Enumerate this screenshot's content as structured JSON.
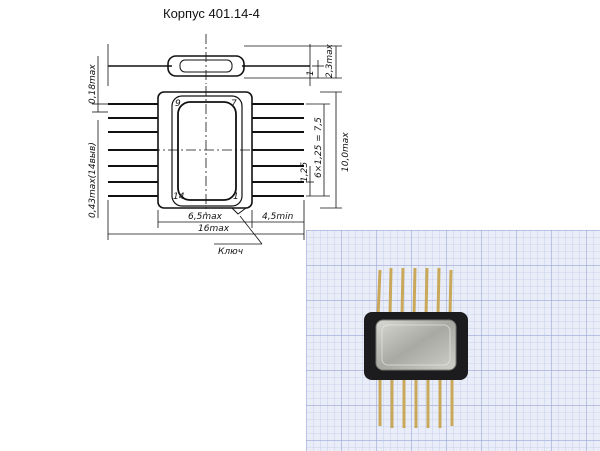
{
  "title": "Корпус 401.14-4",
  "drawing": {
    "pin_label_top_left": "9",
    "pin_label_top_right": "7",
    "pin_label_bottom_left": "14",
    "pin_label_bottom_right": "1",
    "dim_height": "2,3max",
    "dim_one": "1",
    "dim_lead_thickness": "0,18max",
    "dim_lead_width": "0,43max(14выв)",
    "dim_pitch_total": "6×1,25 = 7,5",
    "dim_pitch": "1,25",
    "dim_body_length": "10,0max",
    "dim_body_width": "6,5max",
    "dim_total_width": "16max",
    "dim_lead_length": "4,5min",
    "key_label": "Ключ"
  },
  "photo": {
    "grid_color": "#9aa6d8",
    "background_color": "#e9edf8",
    "lead_color": "#c9a85a"
  }
}
